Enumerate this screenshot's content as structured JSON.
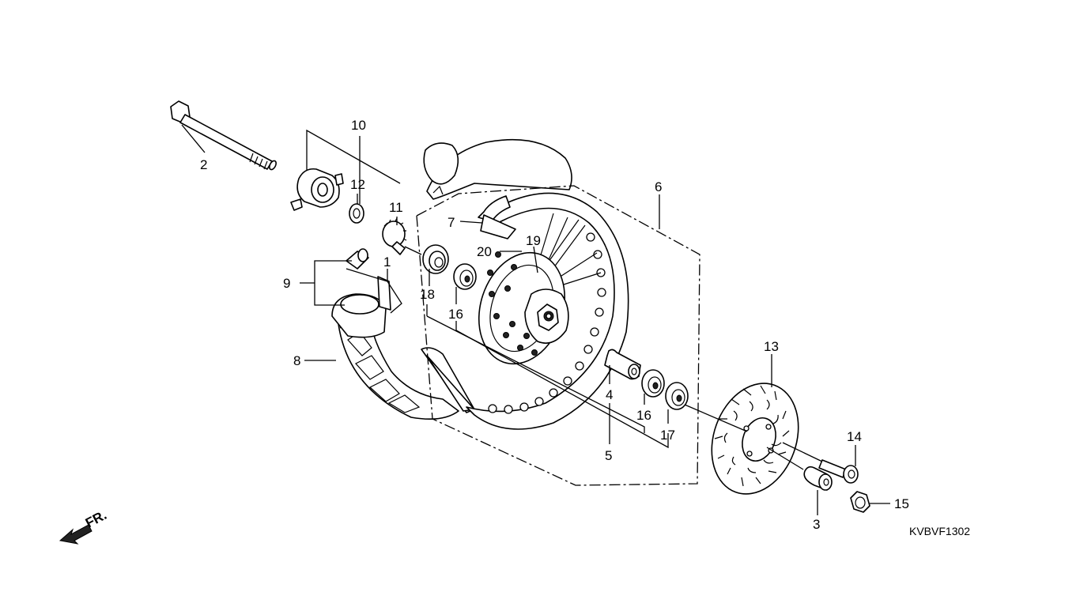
{
  "diagram": {
    "code": "KVBVF1302",
    "direction_label": "FR.",
    "callouts": [
      {
        "id": "c1",
        "text": "1"
      },
      {
        "id": "c2",
        "text": "2"
      },
      {
        "id": "c3",
        "text": "3"
      },
      {
        "id": "c4",
        "text": "4"
      },
      {
        "id": "c5",
        "text": "5"
      },
      {
        "id": "c6",
        "text": "6"
      },
      {
        "id": "c7",
        "text": "7"
      },
      {
        "id": "c8",
        "text": "8"
      },
      {
        "id": "c9",
        "text": "9"
      },
      {
        "id": "c10",
        "text": "10"
      },
      {
        "id": "c11",
        "text": "11"
      },
      {
        "id": "c12",
        "text": "12"
      },
      {
        "id": "c13",
        "text": "13"
      },
      {
        "id": "c14",
        "text": "14"
      },
      {
        "id": "c15",
        "text": "15"
      },
      {
        "id": "c16a",
        "text": "16"
      },
      {
        "id": "c16b",
        "text": "16"
      },
      {
        "id": "c17",
        "text": "17"
      },
      {
        "id": "c18",
        "text": "18"
      },
      {
        "id": "c19",
        "text": "19"
      },
      {
        "id": "c20",
        "text": "20"
      }
    ]
  }
}
